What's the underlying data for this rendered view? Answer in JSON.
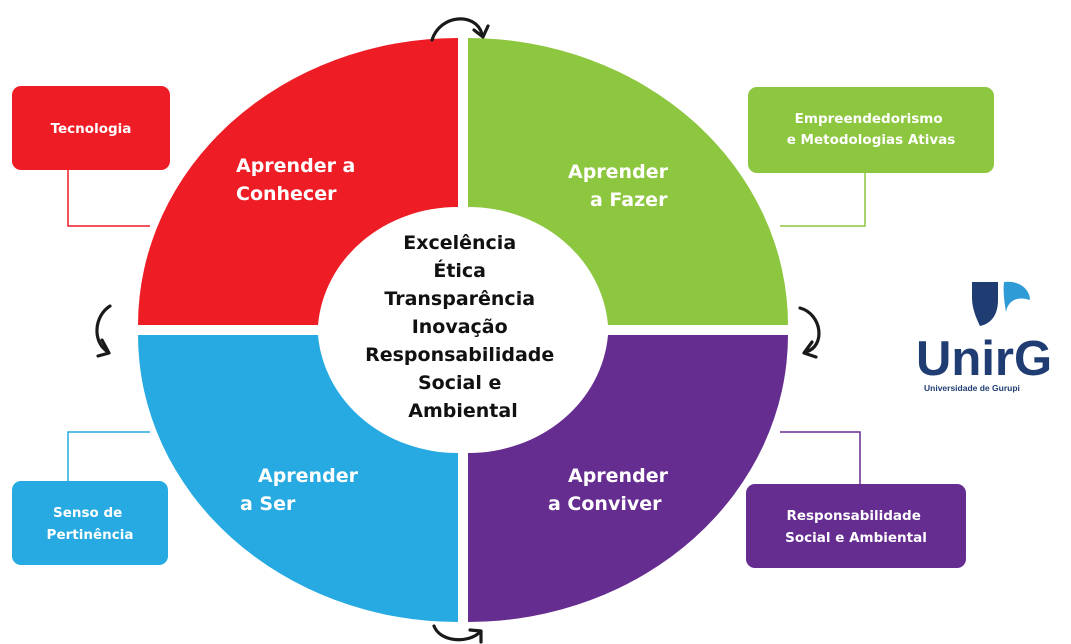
{
  "quadrants": {
    "top_left": {
      "lines": [
        "Aprender a",
        "Conhecer"
      ],
      "color": "#ee1c25"
    },
    "top_right": {
      "lines": [
        "Aprender",
        "a Fazer"
      ],
      "color": "#8dc63f"
    },
    "bottom_left": {
      "lines": [
        "Aprender",
        "a Ser"
      ],
      "color": "#27aae1"
    },
    "bottom_right": {
      "lines": [
        "Aprender",
        "a Conviver"
      ],
      "color": "#662d91"
    }
  },
  "center": {
    "lines": [
      "Excelência",
      "Ética",
      "Transparência",
      "Inovação",
      "Responsabilidade",
      "Social e",
      "Ambiental"
    ]
  },
  "boxes": {
    "tecnologia": {
      "lines": [
        "Tecnologia"
      ]
    },
    "empreendedorismo": {
      "lines": [
        "Empreendedorismo",
        "e Metodologias Ativas"
      ]
    },
    "senso": {
      "lines": [
        "Senso de",
        "Pertinência"
      ]
    },
    "responsabilidade": {
      "lines": [
        "Responsabilidade",
        "Social e Ambiental"
      ]
    }
  },
  "logo": {
    "word": "UnirG",
    "subtitle": "Universidade de Gurupi",
    "colors": {
      "navy": "#1f3d73",
      "blue": "#2e9bd6"
    }
  },
  "colors": {
    "text_center": "#111111",
    "arrow": "#1a1a1a",
    "background": "#ffffff"
  }
}
